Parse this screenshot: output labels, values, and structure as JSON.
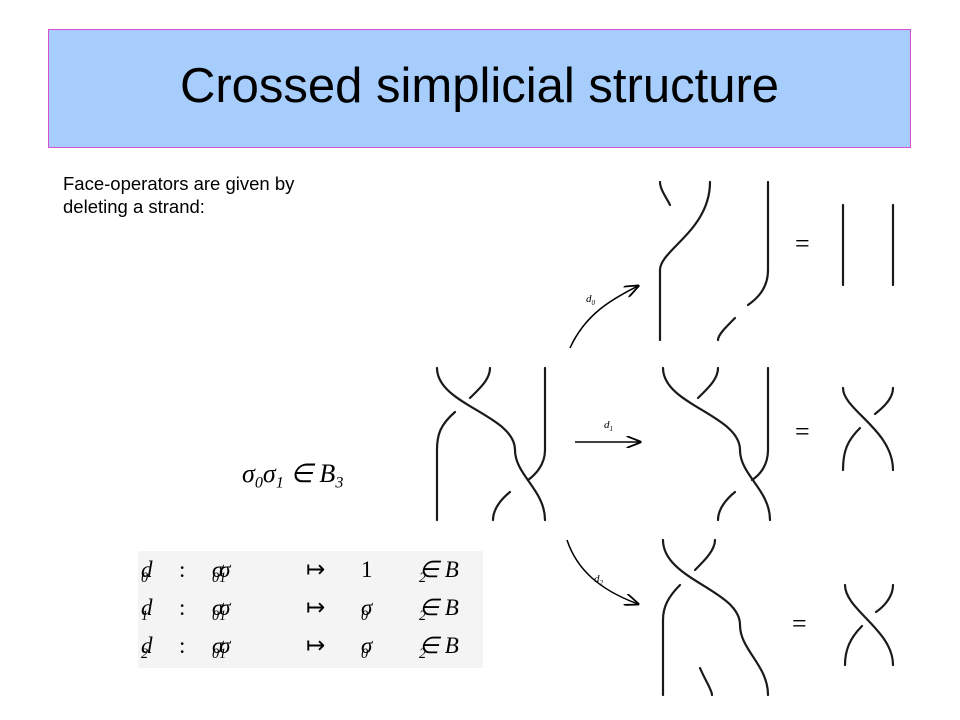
{
  "slide": {
    "title": "Crossed simplicial structure",
    "intro_line1": "Face-operators are given by",
    "intro_line2": "deleting a strand:"
  },
  "math": {
    "element": {
      "s0": "σ",
      "sub0": "0",
      "s1": "σ",
      "sub1": "1",
      "in": "∈ B",
      "group_sub": "3"
    },
    "face_maps": [
      {
        "op": "d",
        "op_sub": "0",
        "colon": ":",
        "src": "σ",
        "src_sub0": "0",
        "src2": "σ",
        "src_sub1": "1",
        "maps": "↦",
        "img": "1",
        "img_sub": "",
        "in": "∈ B",
        "group_sub": "2"
      },
      {
        "op": "d",
        "op_sub": "1",
        "colon": ":",
        "src": "σ",
        "src_sub0": "0",
        "src2": "σ",
        "src_sub1": "1",
        "maps": "↦",
        "img": "σ",
        "img_sub": "0",
        "in": "∈ B",
        "group_sub": "2"
      },
      {
        "op": "d",
        "op_sub": "2",
        "colon": ":",
        "src": "σ",
        "src_sub0": "0",
        "src2": "σ",
        "src_sub1": "1",
        "maps": "↦",
        "img": "σ",
        "img_sub": "0",
        "in": "∈ B",
        "group_sub": "2"
      }
    ]
  },
  "diagram": {
    "arrow_labels": [
      "d0",
      "d1",
      "d2"
    ],
    "equals": "="
  }
}
